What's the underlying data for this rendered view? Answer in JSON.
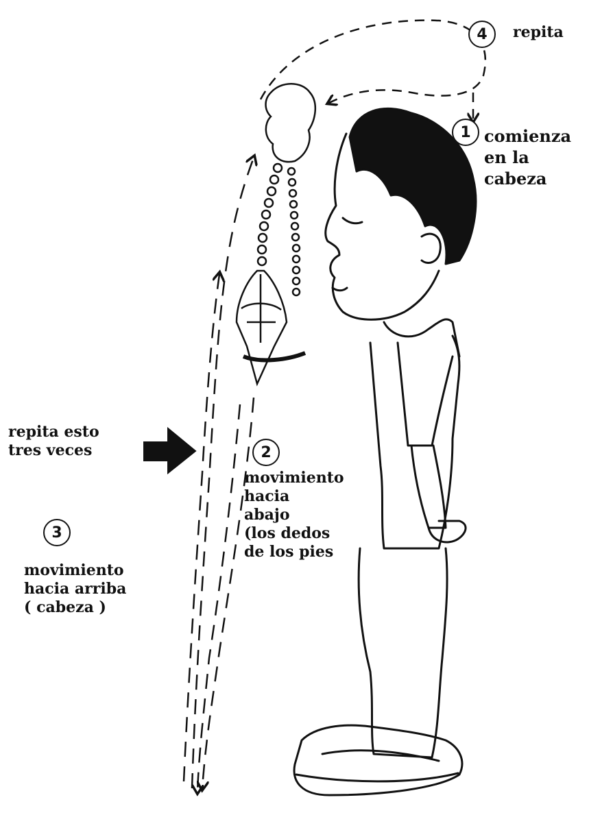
{
  "steps": {
    "step1": {
      "number": "1",
      "text": "comienza\nen la\ncabeza"
    },
    "step2": {
      "number": "2",
      "text": "movimiento\nhacia\nabajo\n(los dedos\n de los pies"
    },
    "step3": {
      "number": "3",
      "text": "movimiento\nhacia arriba\n( cabeza )"
    },
    "step4": {
      "number": "4",
      "text": "repita"
    }
  },
  "repeat_note": "repita esto\ntres veces",
  "colors": {
    "ink": "#111111",
    "background": "#ffffff"
  },
  "icons": {
    "pendulum": "pendulum-icon",
    "pointer_arrow": "pointer-arrow-icon",
    "person": "person-figure"
  }
}
